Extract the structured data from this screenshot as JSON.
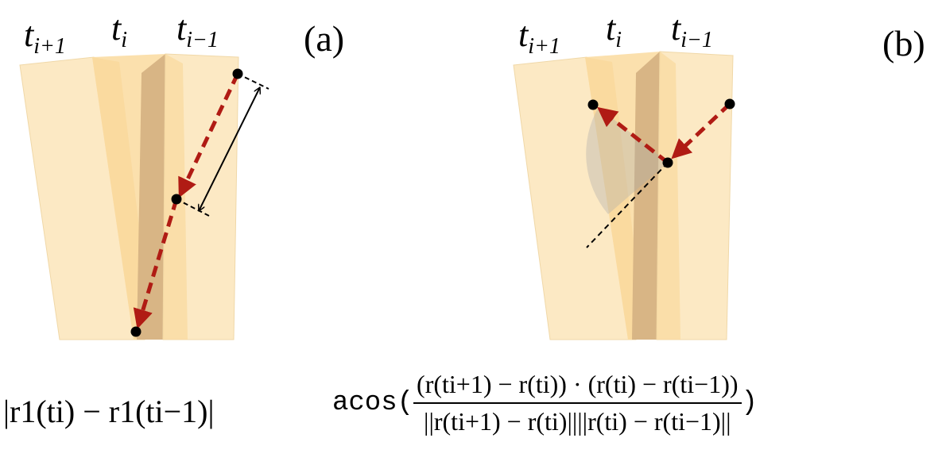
{
  "panels": [
    {
      "id": "a",
      "label": "(a)",
      "segments": [
        {
          "sym": "t",
          "sub": "i+1"
        },
        {
          "sym": "t",
          "sub": "i"
        },
        {
          "sym": "t",
          "sub": "i−1"
        }
      ],
      "formula": {
        "text": "|r1(ti) − r1(ti−1)|"
      }
    },
    {
      "id": "b",
      "label": "(b)",
      "segments": [
        {
          "sym": "t",
          "sub": "i+1"
        },
        {
          "sym": "t",
          "sub": "i"
        },
        {
          "sym": "t",
          "sub": "i−1"
        }
      ],
      "formula": {
        "func": "acos(",
        "numerator": "(r(ti+1) − r(ti)) · (r(ti) − r(ti−1))",
        "denominator": "||r(ti+1) − r(ti)||||r(ti) − r(ti−1)||",
        "close": ")"
      }
    }
  ],
  "colors": {
    "strip_light": "#fce9c4",
    "strip_mid": "#f9d798",
    "strip_dark": "#d8b585",
    "arrow": "#b01b14",
    "point": "#000000"
  }
}
